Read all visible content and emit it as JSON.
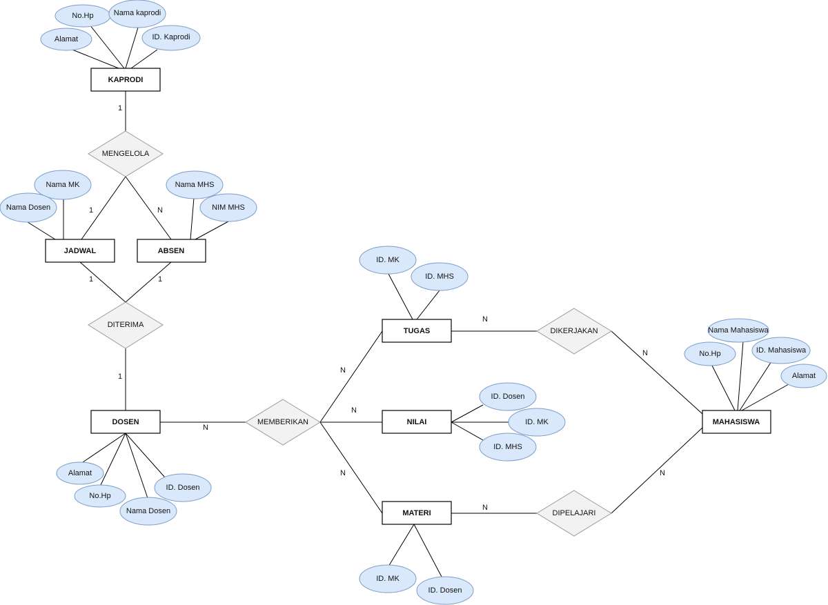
{
  "entities": {
    "kaprodi": "KAPRODI",
    "jadwal": "JADWAL",
    "absen": "ABSEN",
    "dosen": "DOSEN",
    "tugas": "TUGAS",
    "nilai": "NILAI",
    "materi": "MATERI",
    "mahasiswa": "MAHASISWA"
  },
  "relationships": {
    "mengelola": "MENGELOLA",
    "diterima": "DITERIMA",
    "memberikan": "MEMBERIKAN",
    "dikerjakan": "DIKERJAKAN",
    "dipelajari": "DIPELAJARI"
  },
  "attributes": {
    "kaprodi": {
      "no_hp": "No.Hp",
      "nama": "Nama kaprodi",
      "alamat": "Alamat",
      "id": "ID. Kaprodi"
    },
    "jadwal": {
      "nama_mk": "Nama MK",
      "nama_dosen": "Nama Dosen"
    },
    "absen": {
      "nama_mhs": "Nama MHS",
      "nim_mhs": "NIM MHS"
    },
    "dosen": {
      "alamat": "Alamat",
      "id": "ID. Dosen",
      "no_hp": "No.Hp",
      "nama": "Nama Dosen"
    },
    "tugas": {
      "id_mk": "ID. MK",
      "id_mhs": "ID. MHS"
    },
    "nilai": {
      "id_dosen": "ID. Dosen",
      "id_mk": "ID. MK",
      "id_mhs": "ID. MHS"
    },
    "materi": {
      "id_mk": "ID. MK",
      "id_dosen": "ID. Dosen"
    },
    "mahasiswa": {
      "nama": "Nama Mahasiswa",
      "no_hp": "No.Hp",
      "id": "ID. Mahasiswa",
      "alamat": "Alamat"
    }
  },
  "cardinalities": {
    "kaprodi_mengelola": "1",
    "mengelola_jadwal": "1",
    "mengelola_absen": "N",
    "jadwal_diterima": "1",
    "absen_diterima": "1",
    "diterima_dosen": "1",
    "dosen_memberikan": "N",
    "memberikan_tugas": "N",
    "memberikan_nilai": "N",
    "memberikan_materi": "N",
    "tugas_dikerjakan": "N",
    "dikerjakan_mahasiswa": "N",
    "materi_dipelajari": "N",
    "dipelajari_mahasiswa": "N"
  }
}
